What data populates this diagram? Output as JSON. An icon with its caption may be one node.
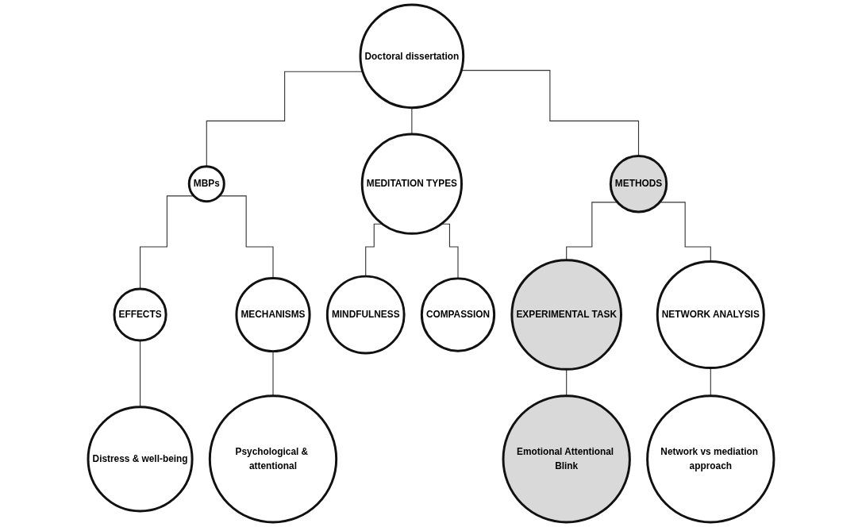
{
  "diagram": {
    "nodes": [
      {
        "text": [
          "Doctoral dissertation"
        ]
      },
      {
        "text": [
          "MBPs"
        ]
      },
      {
        "text": [
          "MEDITATION TYPES"
        ]
      },
      {
        "text": [
          "METHODS"
        ]
      },
      {
        "text": [
          "EFFECTS"
        ]
      },
      {
        "text": [
          "MECHANISMS"
        ]
      },
      {
        "text": [
          "MINDFULNESS"
        ]
      },
      {
        "text": [
          "COMPASSION"
        ]
      },
      {
        "text": [
          "EXPERIMENTAL TASK"
        ]
      },
      {
        "text": [
          "NETWORK ANALYSIS"
        ]
      },
      {
        "text": [
          "Distress & well-being"
        ]
      },
      {
        "text": [
          "Psychological & attentional"
        ]
      },
      {
        "text": [
          "Emotional Attentional Blink"
        ]
      },
      {
        "text": [
          "Network vs mediation approach"
        ]
      }
    ],
    "edges": [
      {
        "from": 0,
        "to": 1,
        "arrow": "none"
      },
      {
        "from": 0,
        "to": 2,
        "arrow": "none"
      },
      {
        "from": 0,
        "to": 3,
        "arrow": "none"
      },
      {
        "from": 1,
        "to": 4,
        "arrow": "none"
      },
      {
        "from": 1,
        "to": 5,
        "arrow": "none"
      },
      {
        "from": 2,
        "to": 6,
        "arrow": "none"
      },
      {
        "from": 2,
        "to": 7,
        "arrow": "none"
      },
      {
        "from": 3,
        "to": 8,
        "arrow": "none"
      },
      {
        "from": 3,
        "to": 9,
        "arrow": "none"
      },
      {
        "from": 4,
        "to": 10,
        "arrow": "none"
      },
      {
        "from": 5,
        "to": 11,
        "arrow": "none"
      },
      {
        "from": 8,
        "to": 12,
        "arrow": "none"
      },
      {
        "from": 9,
        "to": 13,
        "arrow": "none"
      }
    ]
  }
}
